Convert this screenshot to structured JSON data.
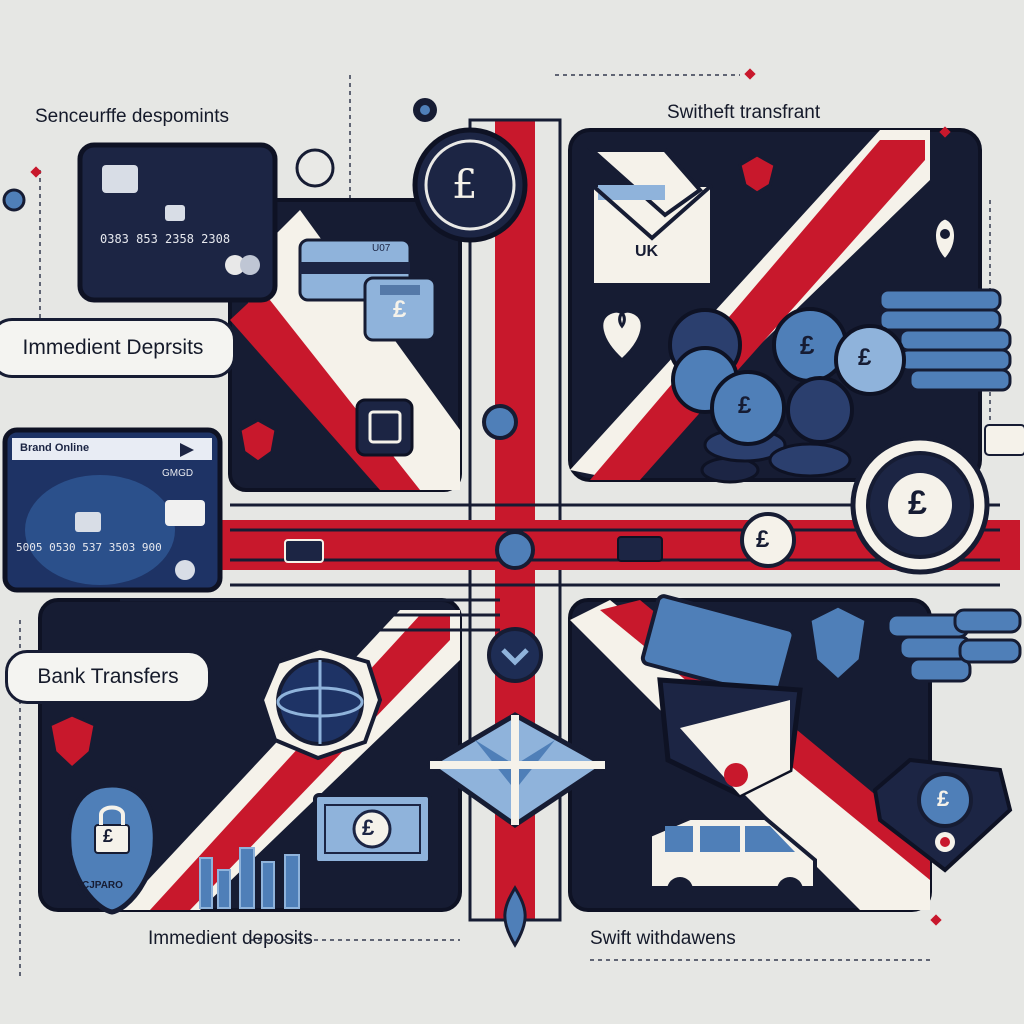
{
  "labels": {
    "top_left": "Senceurffe despomints",
    "top_right": "Switheft transfrant",
    "left_pill_1": "Immedient Deprsits",
    "left_pill_2": "Bank Transfers",
    "bottom_left": "Immedient deposits",
    "bottom_right": "Swift withdawens"
  },
  "cards": {
    "top_card_number": "0383 853 2358 2308",
    "mid_card_title": "Brand Online",
    "mid_card_brand": "GMGD",
    "mid_card_number": "5005 0530 537 3503 900",
    "small_card_text": "U07",
    "lock_badge_text": "CJPARO"
  },
  "envelope": {
    "text": "UK"
  },
  "symbols": {
    "pound": "£"
  },
  "colors": {
    "background": "#e6e7e4",
    "navy": "#161c33",
    "red": "#c8182c",
    "blue": "#4f7fb8",
    "light_blue": "#8fb3db",
    "cream": "#f5f2ea"
  }
}
